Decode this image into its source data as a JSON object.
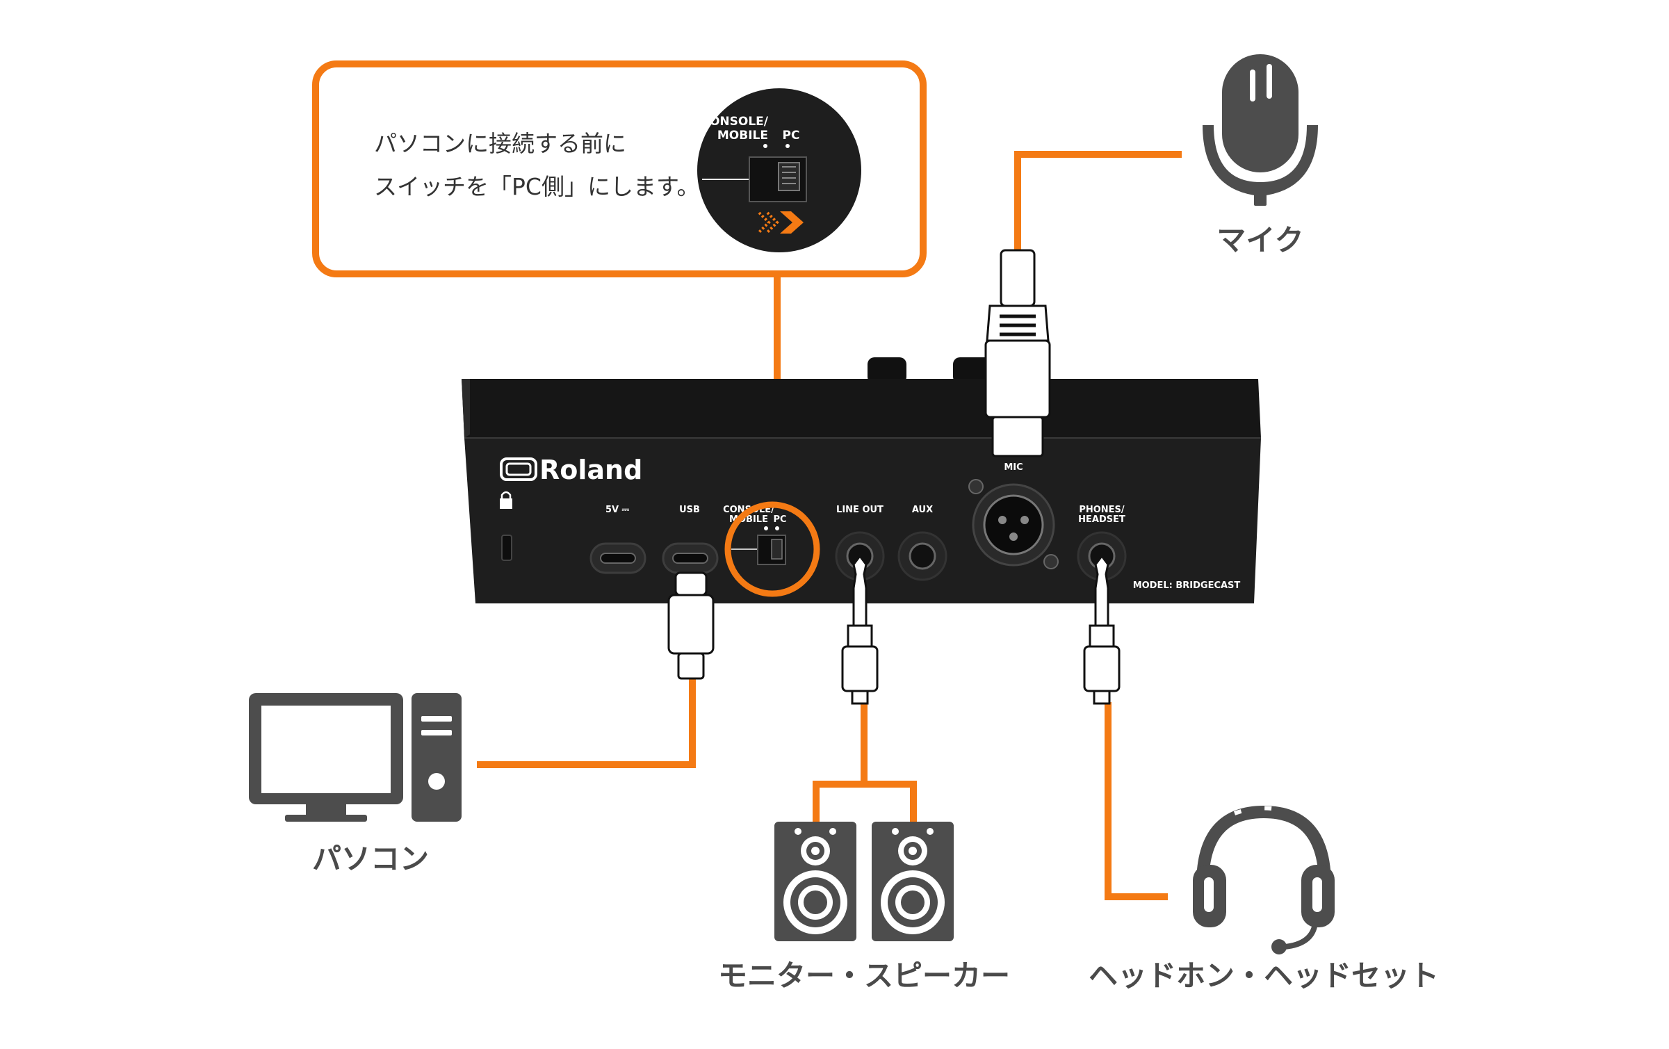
{
  "callout": {
    "line1": "パソコンに接続する前に",
    "line2": "スイッチを「PC側」にします。",
    "zoom_label_top": "ONSOLE/",
    "zoom_label_bottom": "MOBILE",
    "zoom_label_pc": "PC"
  },
  "device": {
    "brand": "Roland",
    "model": "MODEL: BRIDGECAST",
    "port_5v": "5V ⎓",
    "port_usb": "USB",
    "port_console": "CONSOLE/",
    "port_mobile": "MOBILE",
    "port_pc": "PC",
    "port_line_out": "LINE OUT",
    "port_aux": "AUX",
    "port_mic": "MIC",
    "port_phones": "PHONES/",
    "port_headset": "HEADSET"
  },
  "labels": {
    "mic": "マイク",
    "pc": "パソコン",
    "speakers": "モニター・スピーカー",
    "headset": "ヘッドホン・ヘッドセット"
  },
  "colors": {
    "accent": "#F47A14",
    "icon": "#4D4D4D",
    "device": "#1E1E1E"
  }
}
